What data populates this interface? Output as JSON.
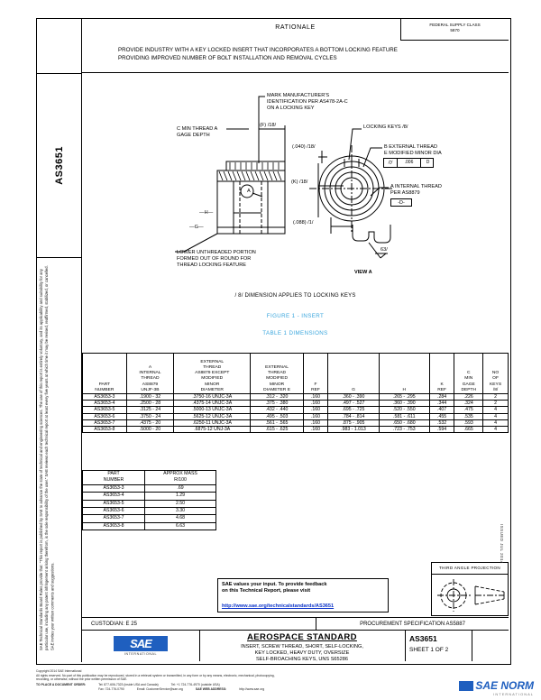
{
  "document": {
    "standard_code": "AS3651",
    "sheet": "SHEET 1 OF 2",
    "title": "AEROSPACE STANDARD",
    "subtitle_lines": [
      "INSERT, SCREW THREAD, SHORT, SELF-LOCKING,",
      "KEY LOCKED, HEAVY DUTY, OVERSIZE",
      "SELF-BROACHING KEYS, UNS S65286"
    ],
    "fsc_label": "FEDERAL SUPPLY CLASS",
    "fsc_value": "5870",
    "custodian": "CUSTODIAN: E 25",
    "procurement_spec": "PROCUREMENT SPECIFICATION AS5887",
    "side_code": "AS3651",
    "side_notice": "SAE Technical Standards Board Rules provide that: “This report is published by SAE to advance the state of technical and engineering sciences. The use of this report is entirely voluntary, and its applicability and suitability for any particular use, including any patent infringement arising therefrom, is the sole responsibility of the user.” SAE reviews each technical report at least every five years at which time it may be revised, reaffirmed, stabilized, or cancelled. SAE invites your written comments and suggestions."
  },
  "rationale": {
    "heading": "RATIONALE",
    "text_lines": [
      "PROVIDE INDUSTRY WITH A KEY LOCKED INSERT THAT INCORPORATES A BOTTOM LOCKING FEATURE",
      "PROVIDING IMPROVED NUMBER OF BOLT INSTALLATION AND REMOVAL CYCLES"
    ]
  },
  "drawing": {
    "labels": [
      "MARK MANUFACTURER'S",
      "IDENTIFICATION PER AS478-2A-C",
      "ON A LOCKING KEY",
      "C MIN THREAD A",
      "GAGE DEPTH",
      "(F) /18/",
      "(.040) /18/",
      "(K) /18/",
      "(.088) /1/",
      "LOCKING KEYS /8/",
      "B EXTERNAL THREAD",
      "E MODIFIED MINOR DIA",
      ".006",
      "D",
      "A INTERNAL THREAD",
      "PER AS8879",
      "-D-",
      "A",
      "H",
      "G",
      "LOWER UNTHREADED PORTION",
      "FORMED OUT OF ROUND FOR",
      "THREAD LOCKING FEATURE",
      "63/",
      "VIEW A"
    ],
    "note_keys": "/ 8/ DIMENSION APPLIES TO LOCKING KEYS",
    "figure_caption": "FIGURE 1 - INSERT",
    "table_caption": "TABLE 1 DIMENSIONS"
  },
  "dim_table": {
    "headers": [
      [
        "PART",
        "NUMBER"
      ],
      [
        "A",
        "INTERNAL",
        "THREAD",
        "AS8879",
        "UNJF-3B"
      ],
      [
        "EXTERNAL",
        "THREAD",
        "AS8879 EXCEPT",
        "MODIFIED",
        "MINOR",
        "DIAMETER"
      ],
      [
        "EXTERNAL",
        "THREAD",
        "MODIFIED",
        "MINOR",
        "DIAMETER E"
      ],
      [
        "F",
        "REF"
      ],
      [
        "G"
      ],
      [
        "H"
      ],
      [
        "K",
        "REF"
      ],
      [
        "C",
        "MIN",
        "GAGE",
        "DEPTH"
      ],
      [
        "NO",
        "OF",
        "KEYS",
        "/8/"
      ]
    ],
    "rows": [
      [
        "AS3653-3",
        ".1900 - 32",
        ".3750-16 UNJC-3A",
        ".312 - .320",
        ".160",
        ".360 - .390",
        ".265 - .295",
        ".284",
        ".226",
        "2"
      ],
      [
        "AS3653-4",
        ".2500 - 28",
        ".4375-14 UNJC-3A",
        ".375 - .380",
        ".160",
        ".497 - .527",
        ".360 - .390",
        ".344",
        ".324",
        "2"
      ],
      [
        "AS3653-5",
        ".3125 - 24",
        ".5000-13 UNJC-3A",
        ".432 - .440",
        ".160",
        ".695 - .725",
        ".520 - .550",
        ".407",
        ".475",
        "4"
      ],
      [
        "AS3653-6",
        ".3750 - 24",
        ".5625-12 UNJC-3A",
        ".495 - .503",
        ".160",
        ".784 - .814",
        ".581 - .611",
        ".455",
        ".535",
        "4"
      ],
      [
        "AS3653-7",
        ".4375 - 20",
        ".6250-11 UNJC-3A",
        ".561 - .565",
        ".160",
        ".875 - .905",
        ".650 - .680",
        ".532",
        ".593",
        "4"
      ],
      [
        "AS3653-8",
        ".5000 - 20",
        ".6875-12 UNJ-3A",
        ".615 - .625",
        ".160",
        ".983 - 1.013",
        ".723 - .753",
        ".594",
        ".665",
        "4"
      ]
    ]
  },
  "mass_table": {
    "headers": [
      [
        "PART",
        "NUMBER"
      ],
      [
        "APPROX MASS",
        "R/100"
      ]
    ],
    "rows": [
      [
        "AS3653-3",
        ".69"
      ],
      [
        "AS3653-4",
        "1.29"
      ],
      [
        "AS3653-5",
        "2.50"
      ],
      [
        "AS3653-6",
        "3.30"
      ],
      [
        "AS3653-7",
        "4.68"
      ],
      [
        "AS3653-8",
        "6.63"
      ]
    ]
  },
  "feedback": {
    "line1": "SAE values your input. To provide feedback",
    "line2": "on this Technical Report, please visit",
    "url": "http://www.sae.org/technicalstandards/AS3651"
  },
  "projection": {
    "label": "THIRD ANGLE PROJECTION"
  },
  "footer": {
    "copyright": "Copyright 2014 SAE International",
    "rights_line1": "All rights reserved. No part of this publication may be reproduced, stored in a retrieval system or transmitted, in any form or by any means, electronic, mechanical, photocopying,",
    "rights_line2": "recording, or otherwise, without the prior written permission of SAE.",
    "order_label": "TO PLACE A DOCUMENT ORDER:",
    "tel_usa": "Tel: 877-606-7323 (inside USA and Canada)",
    "tel_intl": "Tel: +1 724-776-4970 (outside USA)",
    "fax": "Fax: 724-776-0790",
    "email": "Email: CustomerService@sae.org",
    "web_label": "SAE WEB ADDRESS:",
    "web_url": "http://www.sae.org"
  },
  "watermark": {
    "brand": "SAE NORM",
    "sub": "INTERNATIONAL"
  },
  "right_vertical": "ISSUED JUL 2014",
  "colors": {
    "caption_blue": "#3aa6dd",
    "link_blue": "#0a32c8",
    "sae_blue": "#1f5fbf"
  }
}
